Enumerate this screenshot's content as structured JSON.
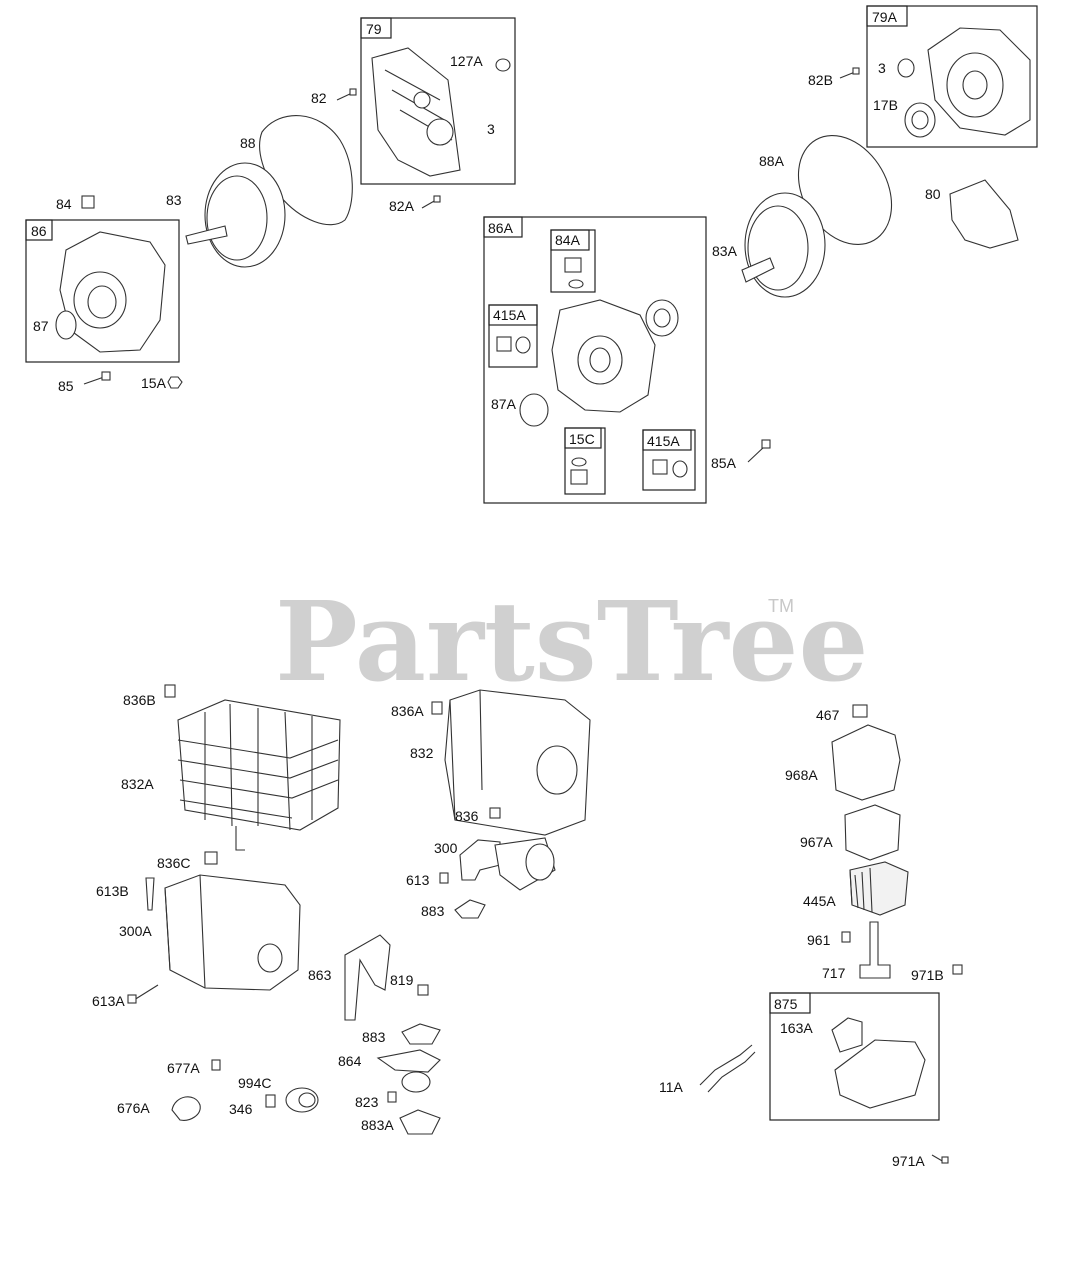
{
  "watermark": {
    "brand": "PartsTree",
    "trademark": "TM"
  },
  "boxes": [
    "79",
    "79A",
    "86",
    "86A",
    "84A",
    "415A",
    "15C",
    "415A",
    "875"
  ],
  "callouts": [
    "127A",
    "82",
    "3",
    "88",
    "83",
    "84",
    "87",
    "85",
    "15A",
    "82A",
    "82B",
    "3",
    "17B",
    "88A",
    "80",
    "83A",
    "87A",
    "85A",
    "836B",
    "832A",
    "836C",
    "613B",
    "300A",
    "613A",
    "677A",
    "676A",
    "994C",
    "346",
    "836A",
    "832",
    "836",
    "300",
    "613",
    "883",
    "863",
    "819",
    "883",
    "864",
    "823",
    "883A",
    "467",
    "968A",
    "967A",
    "445A",
    "961",
    "717",
    "971B",
    "163A",
    "11A",
    "971A"
  ]
}
